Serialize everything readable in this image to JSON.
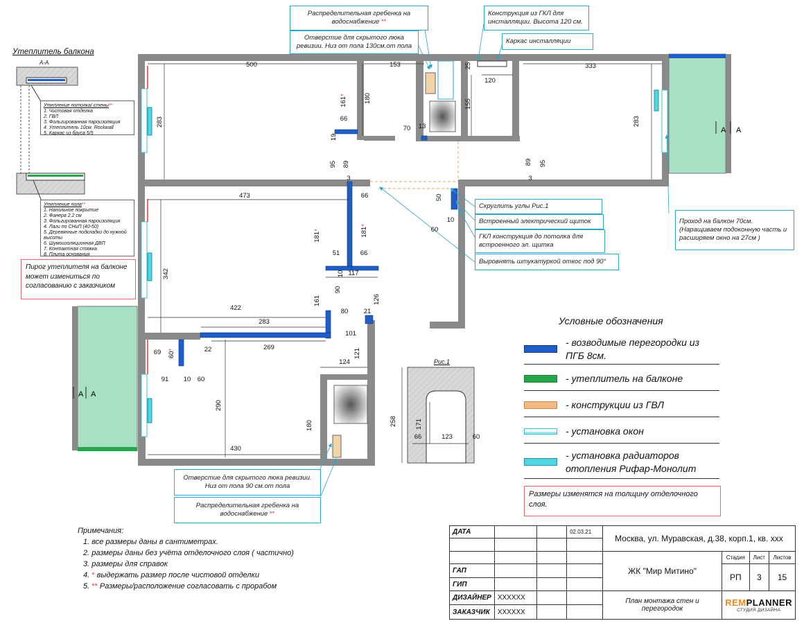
{
  "balcony_insulation": {
    "title": "Утеплитель балкона",
    "section": "А-А",
    "ceiling_note_title": "Утепление потолка/ стены",
    "ceiling_items": [
      "1. Чистовая отделка",
      "2. ГВЛ",
      "3. Фольгированная пароизоляция",
      "4. Утеплитель 10см. Rockwall",
      "5. Каркас из бруса 5/5"
    ],
    "floor_note_title": "Утепление пола",
    "floor_items": [
      "1. Напольное покрытие",
      "2. Фанера 2.2 см",
      "3. Фольгированная пароизоляция",
      "4. Лаги по СНиП (40-50)",
      "5. Деревянные подкладки до нужной высоты",
      "6. Шумоизоляционная ДВП",
      "7. Контактная стяжка",
      "8. Плита основания"
    ],
    "warning": "Пирог утеплителя на балконе может измениться по согласованию с заказчиком",
    "req_mark": "**"
  },
  "callouts": {
    "distribution_top": "Распределительная гребенка на водоснабжение",
    "hatch_top": "Отверстие для скрытого люка ревизии. Низ от пола 130см.от пола",
    "gkl_structure": "Конструкция из ГКЛ для инсталляции. Высота 120 см.",
    "installation_frame": "Каркас инсталляции",
    "round_corners": "Скруглить углы  Рис.1",
    "built_in_panel": "Встроенный электрический щиток",
    "gkl_to_ceiling": "ГКЛ конструкция до потолка для встроенного эл. щитка",
    "plaster_slope": "Выровнять штукатуркой откос под 90°",
    "balcony_pass": "Проход на балкон 70см. (Наращиваем подоконную часть и  расширяем окно на 27см  )",
    "hatch_bottom": "Отверстие для скрытого люка ревизии. Низ от пола 90 см.от пола",
    "distribution_bottom": "Распределительная гребенка на водоснабжение",
    "req_mark": "**"
  },
  "dimensions": [
    "500",
    "153",
    "25",
    "120",
    "333",
    "283",
    "161",
    "180",
    "66",
    "19",
    "70",
    "13",
    "155",
    "283",
    "95",
    "89",
    "3",
    "89",
    "95",
    "3",
    "473",
    "66",
    "50",
    "10",
    "60",
    "181",
    "181",
    "51",
    "66",
    "10",
    "117",
    "90",
    "161",
    "126",
    "342",
    "422",
    "80",
    "21",
    "283",
    "101",
    "269",
    "22",
    "124",
    "121",
    "69",
    "60",
    "91",
    "10",
    "60",
    "290",
    "180",
    "430",
    "258",
    "171",
    "66",
    "123",
    "60"
  ],
  "req_star": "*",
  "section_mark": "А",
  "figure1": {
    "label": "Рис.1"
  },
  "legend": {
    "title": "Условные обозначения",
    "items": [
      {
        "label": "- возводимые перегородки из ПГБ 8см.",
        "swatch": "partition",
        "color": "#1f5ec9"
      },
      {
        "label": "- утеплитель на балконе",
        "swatch": "insulation",
        "color": "#27a54a"
      },
      {
        "label": "- конструкции из ГВЛ",
        "swatch": "gvl",
        "color": "#f2b985"
      },
      {
        "label": "- установка окон",
        "swatch": "window",
        "color": "#9fe6ef"
      },
      {
        "label": "- установка радиаторов отопления Рифар-Монолит",
        "swatch": "radiator",
        "color": "#4fd6e3"
      }
    ],
    "note": "Размеры изменятся на толщину отделочного слоя."
  },
  "notes": {
    "title": "Примечания:",
    "items": [
      {
        "num": "1.",
        "mark": "",
        "text": "все размеры даны в сантиметрах."
      },
      {
        "num": "2.",
        "mark": "",
        "text": "размеры даны без учёта отделочного слоя ( частично)"
      },
      {
        "num": "3.",
        "mark": "",
        "text": "размеры для справок"
      },
      {
        "num": "4.",
        "mark": "*",
        "text": "выдержать размер после чистовой отделки"
      },
      {
        "num": "5.",
        "mark": "**",
        "text": "Размеры/расположение согласовать с прорабом"
      }
    ]
  },
  "stamp": {
    "date_label": "ДАТА",
    "date_value": "02.03.21",
    "address": "Москва, ул. Муравская, д.38, корп.1, кв. ххх",
    "gap_label": "ГАП",
    "gip_label": "ГИП",
    "designer_label": "ДИЗАЙНЕР",
    "designer_value": "XXXXXX",
    "customer_label": "ЗАКАЗЧИК",
    "customer_value": "XXXXXX",
    "project": "ЖК \"Мир Митино\"",
    "sheet_title": "План монтажа стен и перегородок",
    "stage_label": "Стадия",
    "sheet_label": "Лист",
    "sheets_label": "Листов",
    "stage_value": "РП",
    "sheet_value": "3",
    "sheets_value": "15",
    "brand_rem": "REM",
    "brand_planner": "PLANNER",
    "brand_sub": "СТУДИЯ ДИЗАЙНА"
  }
}
